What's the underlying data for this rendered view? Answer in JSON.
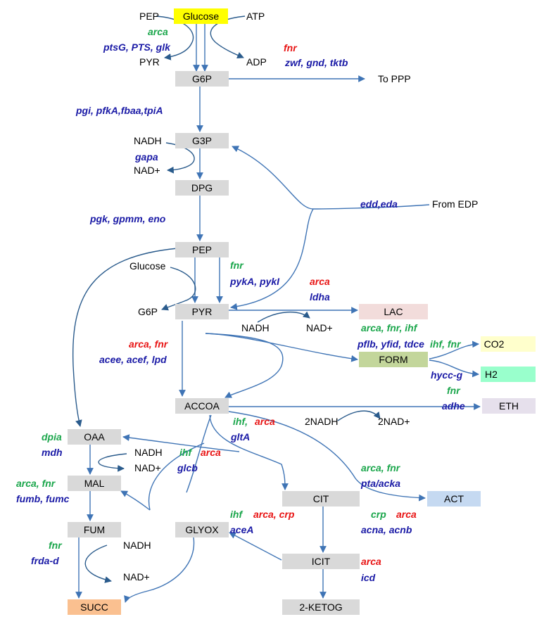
{
  "colors": {
    "arrow": "#3f74b5",
    "gene_blue": "#1a1aa6",
    "gene_green": "#1aa64b",
    "gene_red": "#e81414",
    "box_default": "#d9d9d9",
    "box_glucose": "#ffff00",
    "box_lac": "#f2dcdb",
    "box_form": "#c3d69b",
    "box_co2": "#ffffcc",
    "box_h2": "#99ffcc",
    "box_eth": "#e6e0ec",
    "box_act": "#c5d9f1",
    "box_succ": "#fac090"
  },
  "nodes": {
    "glucose": "Glucose",
    "g6p": "G6P",
    "g3p": "G3P",
    "dpg": "DPG",
    "pep": "PEP",
    "pyr": "PYR",
    "lac": "LAC",
    "form": "FORM",
    "co2": "CO2",
    "h2": "H2",
    "accoa": "ACCOA",
    "eth": "ETH",
    "oaa": "OAA",
    "mal": "MAL",
    "cit": "CIT",
    "act": "ACT",
    "fum": "FUM",
    "glyox": "GLYOX",
    "icit": "ICIT",
    "succ": "SUCC",
    "ketog": "2-KETOG"
  },
  "metabolites": {
    "pep_top": "PEP",
    "atp": "ATP",
    "pyr_top": "PYR",
    "adp": "ADP",
    "to_ppp": "To PPP",
    "nadh_g3p": "NADH",
    "nadp_g3p": "NAD+",
    "from_edp": "From EDP",
    "glucose_pep": "Glucose",
    "g6p_pyr": "G6P",
    "nadh_lac": "NADH",
    "nadp_lac": "NAD+",
    "nadh2": "2NADH",
    "nadp2": "2NAD+",
    "nadh_oaa": "NADH",
    "nadp_oaa": "NAD+",
    "nadh_fum": "NADH",
    "nadp_fum": "NAD+"
  },
  "genes": {
    "arca_top": "arca",
    "ptsg": "ptsG, PTS, glk",
    "fnr_top": "fnr",
    "zwf": "zwf, gnd, tktb",
    "pgi": "pgi, pfkA,fbaa,tpiA",
    "gapa": "gapa",
    "edd": "edd,eda",
    "pgk": "pgk, gpmm, eno",
    "fnr_pyk": "fnr",
    "pyka": "pykA, pykI",
    "arca_ldh": "arca",
    "ldha": "ldha",
    "arca_fnr_ihf": "arca, fnr,  ihf",
    "pflb": "pflb, yfid, tdce",
    "ihf_fnr": "ihf, fnr",
    "hycc": "hycc-g",
    "fnr_adhe": "fnr",
    "adhe": "adhe",
    "arca_fnr_pdh": "arca, fnr",
    "acee": "acee, acef, lpd",
    "ihf_glt": "ihf,",
    "arca_glt": "arca",
    "glta": "gltA",
    "dpia": "dpia",
    "mdh": "mdh",
    "ihf_glc": "ihf",
    "arca_glc": "arca",
    "glcb": "glcb",
    "arca_fnr_pta": "arca, fnr",
    "pta": "pta/acka",
    "arca_fnr_fum": "arca, fnr",
    "fumb": "fumb, fumc",
    "ihf_acea": "ihf",
    "arca_crp_acea": "arca, crp",
    "acea": "aceA",
    "crp_acn": "crp",
    "arca_acn": "arca",
    "acna": "acna, acnb",
    "fnr_frd": "fnr",
    "frda": "frda-d",
    "arca_icd": "arca",
    "icd": "icd"
  }
}
